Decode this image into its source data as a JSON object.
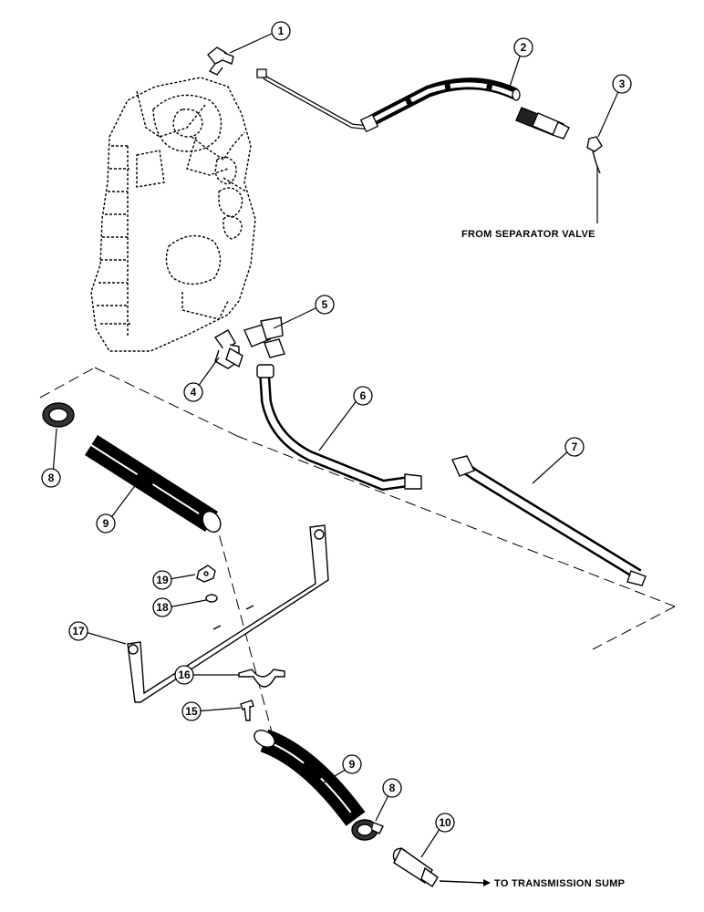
{
  "notes": {
    "from_separator_valve": "FROM SEPARATOR VALVE",
    "to_transmission_sump": "TO TRANSMISSION SUMP"
  },
  "callouts": [
    "1",
    "2",
    "3",
    "4",
    "5",
    "6",
    "7",
    "8",
    "9",
    "10",
    "15",
    "16",
    "17",
    "18",
    "19",
    "8",
    "9"
  ]
}
